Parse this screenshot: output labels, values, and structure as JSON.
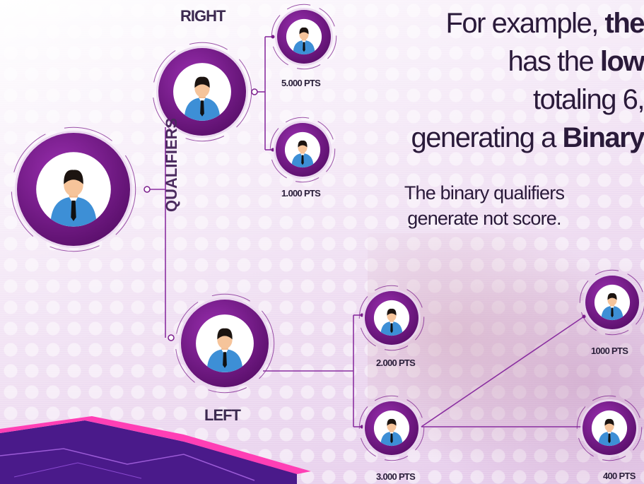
{
  "headline": {
    "line1_prefix": "For example, ",
    "line1_bold": "the",
    "line2_prefix": "has the ",
    "line2_bold": "low",
    "line3": "totaling 6,",
    "line4_prefix": "generating a ",
    "line4_bold": "Binary"
  },
  "note": {
    "line1": "The binary qualifiers",
    "line2": "generate not score."
  },
  "labels": {
    "right": "RIGHT",
    "left": "LEFT",
    "qualifiers": "QUALIFIERS"
  },
  "points": {
    "right_top": "5.000 PTS",
    "right_bottom": "1.000 PTS",
    "left_top": "2.000 PTS",
    "left_bottom": "3.000 PTS",
    "far_top": "1000 PTS",
    "far_bottom": "400 PTS"
  },
  "colors": {
    "ring": "#7b1e8c",
    "ring_dark": "#5a0f6b",
    "shirt": "#3d8fd6",
    "tie": "#111111",
    "accent_band": "#e0168c"
  }
}
